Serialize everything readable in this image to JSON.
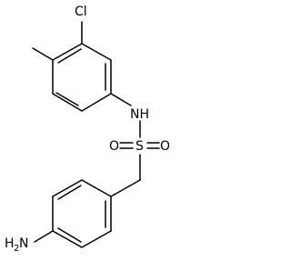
{
  "molecule": {
    "atoms": {
      "chlorine": "Cl",
      "amide_nitrogen": "NH",
      "sulfur": "S",
      "oxygen_left": "O",
      "oxygen_right": "O",
      "amino_h": "H",
      "amino_subscript": "2",
      "amino_n": "N"
    }
  },
  "colors": {
    "bond": "#000000",
    "label": "#000000",
    "background": "#ffffff"
  }
}
